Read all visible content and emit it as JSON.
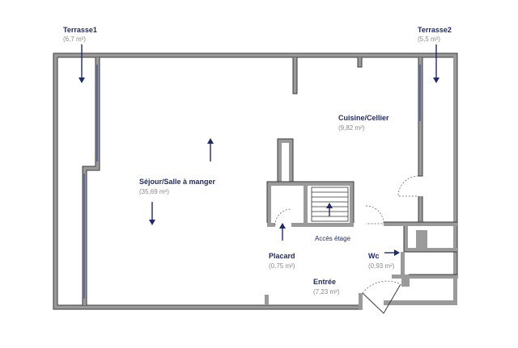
{
  "rooms": {
    "terrasse1": {
      "name": "Terrasse1",
      "area": "(6,7 m²)"
    },
    "terrasse2": {
      "name": "Terrasse2",
      "area": "(5,5 m²)"
    },
    "cuisine": {
      "name": "Cuisine/Cellier",
      "area": "(9,82 m²)"
    },
    "sejour": {
      "name": "Séjour/Salle à manger",
      "area": "(35,69 m²)"
    },
    "placard": {
      "name": "Placard",
      "area": "(0,75 m²)"
    },
    "wc": {
      "name": "Wc",
      "area": "(0,93 m²)"
    },
    "entree": {
      "name": "Entrée",
      "area": "(7,23 m²)"
    }
  },
  "labels": {
    "access": "Accès étage"
  },
  "colors": {
    "label_blue": "#1f2a6e",
    "area_gray": "#8a8a8a",
    "wall_gray": "#9a9a9a"
  }
}
